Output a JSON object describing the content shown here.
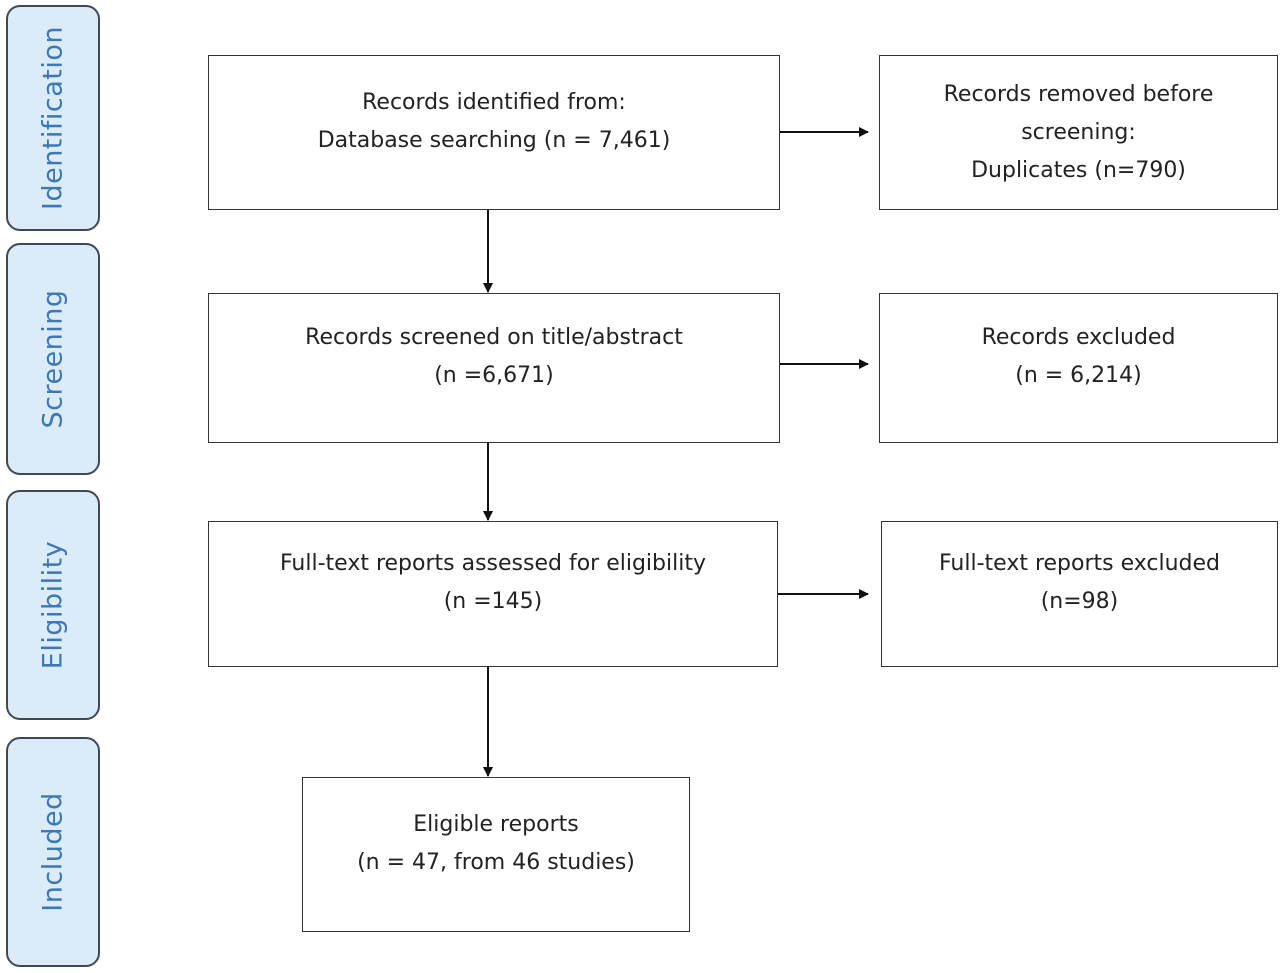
{
  "phases": [
    {
      "label": "Identification"
    },
    {
      "label": "Screening"
    },
    {
      "label": "Eligibility"
    },
    {
      "label": "Included"
    }
  ],
  "boxes": {
    "identified": {
      "line1": "Records identified from:",
      "line2": "Database searching (n = 7,461)"
    },
    "removed": {
      "line1": "Records removed  before",
      "line2": "screening:",
      "line3": "Duplicates (n=790)"
    },
    "screened": {
      "line1": "Records screened on title/abstract",
      "line2": "(n =6,671)"
    },
    "excluded": {
      "line1": "Records excluded",
      "line2": "(n = 6,214)"
    },
    "assessed": {
      "line1": "Full-text reports assessed for eligibility",
      "line2": "(n =145)"
    },
    "fulltext_excluded": {
      "line1": "Full-text reports excluded",
      "line2": "(n=98)"
    },
    "eligible": {
      "line1": "Eligible reports",
      "line2": "(n = 47, from 46 studies)"
    }
  },
  "colors": {
    "phase_fill": "#dcebf8",
    "phase_border": "#3d4a56",
    "phase_text": "#3c78b4",
    "box_border": "#333333",
    "arrow": "#111111"
  }
}
